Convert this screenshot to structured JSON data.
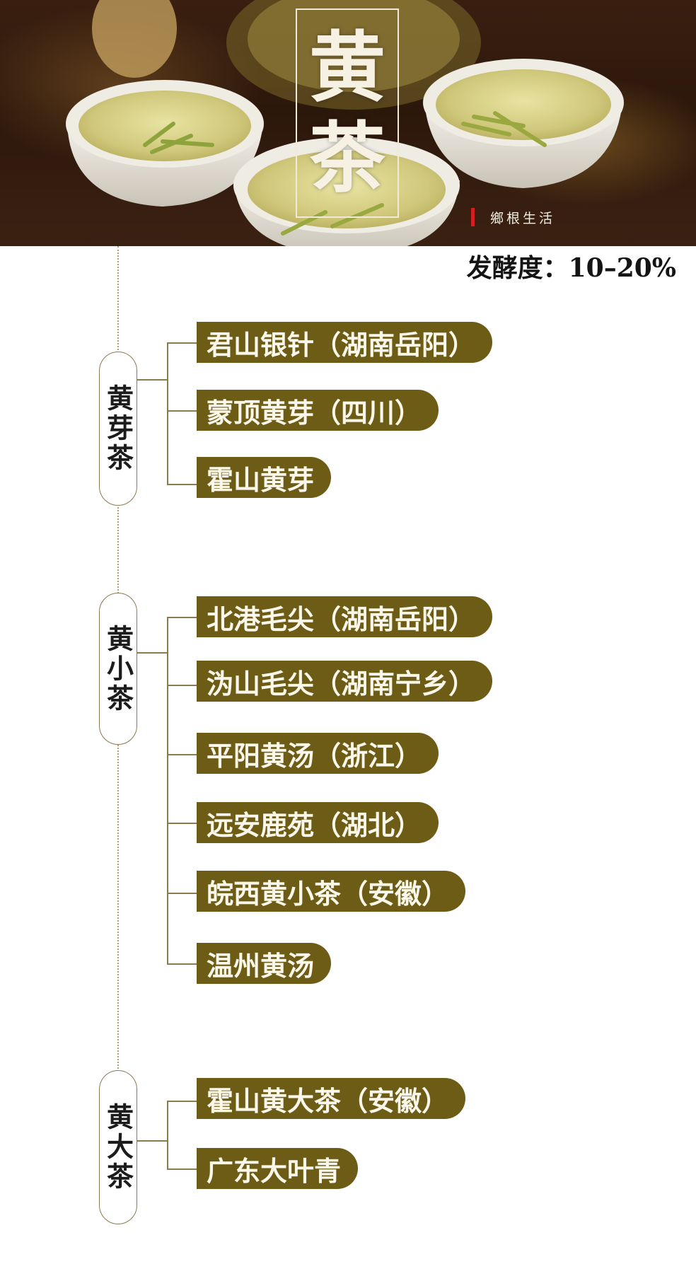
{
  "hero": {
    "title_chars": [
      "黄",
      "茶"
    ],
    "brand": "鄉根生活",
    "colors": {
      "title": "#f6f1e2",
      "brand_bar": "#d21f1f"
    }
  },
  "fermentation": "发酵度：10–20%",
  "colors": {
    "pill_bg": "#6d5c15",
    "pill_text": "#fbf7ea",
    "line": "#8b7a4c"
  },
  "categories": [
    {
      "name": "黄芽茶",
      "items": [
        "君山银针（湖南岳阳）",
        "蒙顶黄芽（四川）",
        "霍山黄芽"
      ]
    },
    {
      "name": "黄小茶",
      "items": [
        "北港毛尖（湖南岳阳）",
        "沩山毛尖（湖南宁乡）",
        "平阳黄汤（浙江）",
        "远安鹿苑（湖北）",
        "皖西黄小茶（安徽）",
        "温州黄汤"
      ]
    },
    {
      "name": "黄大茶",
      "items": [
        "霍山黄大茶（安徽）",
        "广东大叶青"
      ]
    }
  ]
}
